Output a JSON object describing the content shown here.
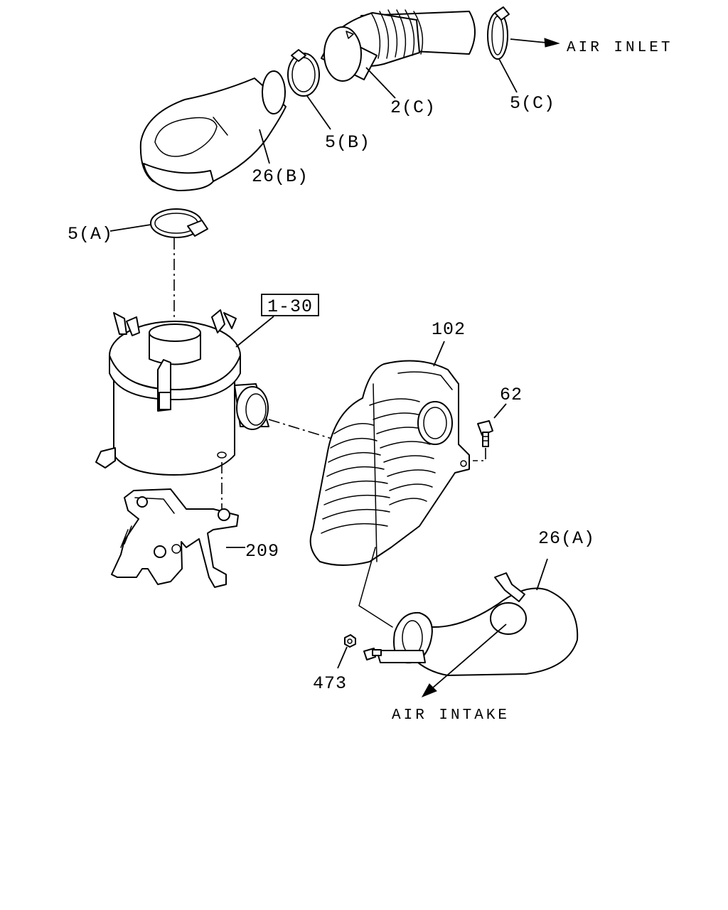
{
  "labels": {
    "air_inlet": "AIR INLET",
    "air_intake": "AIR INTAKE",
    "clamp_c": "5(C)",
    "hose_c": "2(C)",
    "clamp_b": "5(B)",
    "duct_b": "26(B)",
    "clamp_a": "5(A)",
    "cleaner_ref": "1-30",
    "resonator": "102",
    "bolt": "62",
    "bracket": "209",
    "duct_a": "26(A)",
    "nut": "473"
  }
}
